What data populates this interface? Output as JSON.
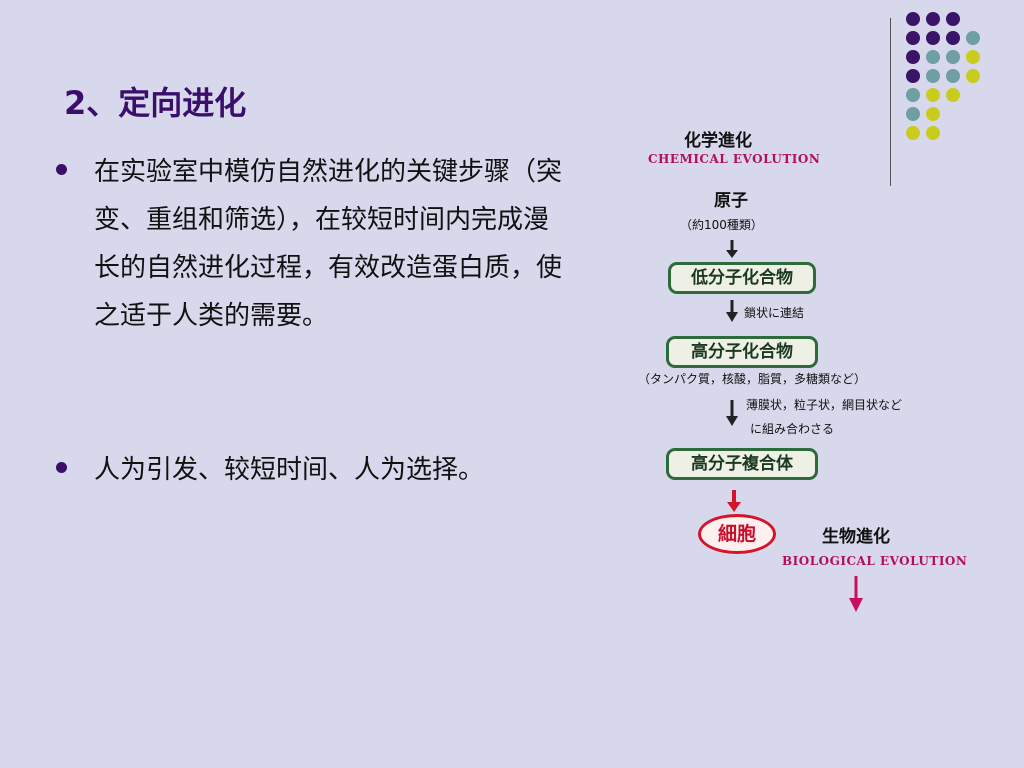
{
  "slide": {
    "title": "2、定向进化",
    "bullets": [
      "在实验室中模仿自然进化的关键步骤（突变、重组和筛选），在较短时间内完成漫长的自然进化过程，有效改造蛋白质，使之适于人类的需要。",
      "人为引发、较短时间、人为选择。"
    ]
  },
  "diagram": {
    "chem_heading": "化学進化",
    "chem_english": "CHEMICAL EVOLUTION",
    "atom": "原子",
    "atom_note": "（約100種類）",
    "box_low": "低分子化合物",
    "step_chain": "鎖状に連結",
    "box_high": "高分子化合物",
    "high_note": "（タンパク質，核酸，脂質，多糖類など）",
    "step_shape_1": "薄膜状，粒子状，網目状など",
    "step_shape_2": "に組み合わさる",
    "box_complex": "高分子複合体",
    "cell": "細胞",
    "bio_heading": "生物進化",
    "bio_english": "BIOLOGICAL EVOLUTION"
  },
  "colors": {
    "purple": "#3a1466",
    "teal": "#6f9ea3",
    "yellow": "#c9cc1e"
  }
}
